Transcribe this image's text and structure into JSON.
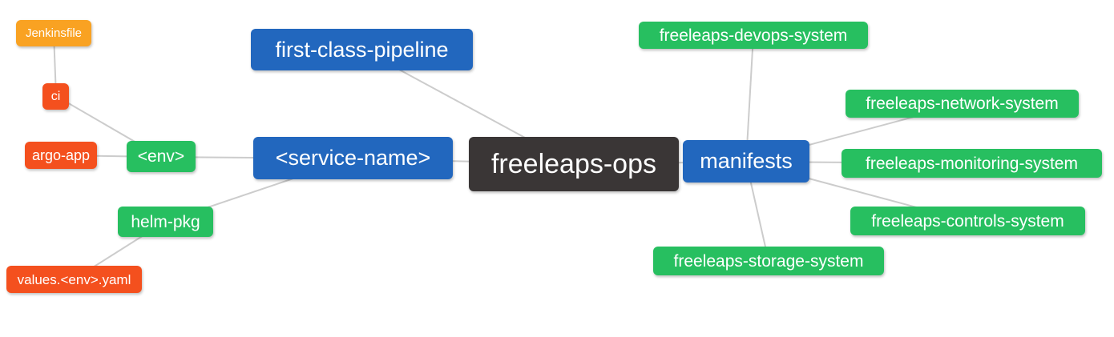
{
  "diagram": {
    "type": "mindmap",
    "root_label": "freeleaps-ops",
    "colors": {
      "blue": "#2267BE",
      "green": "#27BF60",
      "dark": "#3A3636",
      "red": "#F4501E",
      "orange": "#F9A222",
      "edge": "#CCCCCC"
    },
    "nodes": {
      "jenkinsfile": {
        "label": "Jenkinsfile",
        "color": "orange"
      },
      "ci": {
        "label": "ci",
        "color": "red"
      },
      "argo_app": {
        "label": "argo-app",
        "color": "red"
      },
      "env": {
        "label": "<env>",
        "color": "green"
      },
      "helm_pkg": {
        "label": "helm-pkg",
        "color": "green"
      },
      "values_env_yaml": {
        "label": "values.<env>.yaml",
        "color": "red"
      },
      "first_class_pipeline": {
        "label": "first-class-pipeline",
        "color": "blue"
      },
      "service_name": {
        "label": "<service-name>",
        "color": "blue"
      },
      "freeleaps_ops": {
        "label": "freeleaps-ops",
        "color": "dark"
      },
      "manifests": {
        "label": "manifests",
        "color": "blue"
      },
      "devops_system": {
        "label": "freeleaps-devops-system",
        "color": "green"
      },
      "network_system": {
        "label": "freeleaps-network-system",
        "color": "green"
      },
      "monitoring_system": {
        "label": "freeleaps-monitoring-system",
        "color": "green"
      },
      "controls_system": {
        "label": "freeleaps-controls-system",
        "color": "green"
      },
      "storage_system": {
        "label": "freeleaps-storage-system",
        "color": "green"
      }
    },
    "edges": [
      [
        "jenkinsfile",
        "ci"
      ],
      [
        "ci",
        "env"
      ],
      [
        "argo_app",
        "env"
      ],
      [
        "env",
        "service_name"
      ],
      [
        "helm_pkg",
        "service_name"
      ],
      [
        "values_env_yaml",
        "helm_pkg"
      ],
      [
        "first_class_pipeline",
        "freeleaps_ops"
      ],
      [
        "service_name",
        "freeleaps_ops"
      ],
      [
        "freeleaps_ops",
        "manifests"
      ],
      [
        "manifests",
        "devops_system"
      ],
      [
        "manifests",
        "network_system"
      ],
      [
        "manifests",
        "monitoring_system"
      ],
      [
        "manifests",
        "controls_system"
      ],
      [
        "manifests",
        "storage_system"
      ]
    ]
  }
}
